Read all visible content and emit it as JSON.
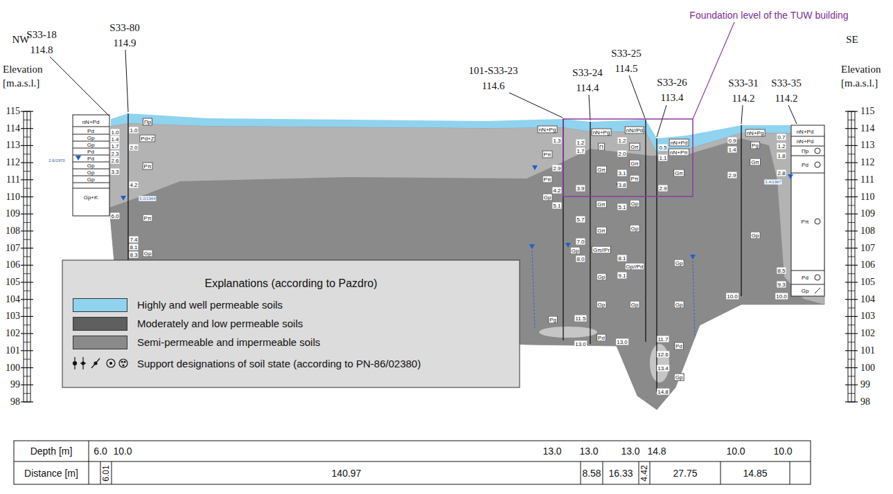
{
  "diagram": {
    "labels": [
      "Foundation level of the TUW building",
      "NW",
      "SE",
      "S33-18",
      "114.8",
      "S33-80",
      "114.9",
      "101-S33-23",
      "114.6",
      "S33-24",
      "114.4",
      "S33-25",
      "114.5",
      "S33-26",
      "113.4",
      "S33-31",
      "114.2",
      "S33-35",
      "114.2",
      "Elevation",
      "[m.a.s.l.]",
      "Elevation",
      "[m.a.s.l.]",
      "nN+Pd",
      "Pd",
      "Gp",
      "Gp",
      "Pd",
      "Pd",
      "Gp",
      "Gp",
      "Gp",
      "Gp+K",
      "1.0",
      "1.4",
      "1.7",
      "2.3",
      "2.6",
      "3.3",
      "6.0",
      "2.6/1970",
      "Πp",
      "Pd+Z",
      "Pπ",
      "Pπ",
      "Gp",
      "1.0",
      "2.0",
      "4.2",
      "7.4",
      "8.1",
      "8.3",
      "5.0/1964",
      "nN+Pg",
      "Pπ",
      "Pπ",
      "Gp",
      "1.3",
      "2.9",
      "4.2",
      "5.1",
      "nN+Pg",
      "Π",
      "Gπ",
      "Gπ",
      "Gπ",
      "Gπ//Pr",
      "Gp",
      "Gp",
      "Gp",
      "Pg",
      "Pd",
      "1.2",
      "1.7",
      "3.9",
      "5.7",
      "7.0",
      "8.0",
      "11.5",
      "13.0",
      "nN//Pd",
      "Gπ",
      "Gπ",
      "Pπ",
      "Gp",
      "Gp",
      "Gp//Pd",
      "Gp",
      "1.2",
      "2.0",
      "3.1",
      "3.8",
      "5.1",
      "8.1",
      "9.1",
      "13.0",
      "nN+Pd",
      "nN+Pπ",
      "Gπ",
      "Gp",
      "Gp",
      "Pd",
      "Gp",
      "0.5",
      "1.1",
      "2.9",
      "11.7",
      "12.6",
      "13.4",
      "14.8",
      "nN+Pg",
      "Pg",
      "Gπ",
      "Gp",
      "0.9",
      "1.4",
      "2.9",
      "10.0",
      "nN+Pd",
      "nN+Pd",
      "Πp",
      "Pd",
      "Pπ",
      "Pd",
      "Gp",
      "0.7",
      "1.2",
      "1.8",
      "2.8",
      "8.5",
      "9.3",
      "10.0",
      "3.4/1967",
      "Explanations (according to Pazdro)",
      "Depth [m]",
      "6.0",
      "10.0",
      "13.0",
      "13.0",
      "13.0",
      "14.8",
      "10.0",
      "10.0",
      "Distance [m]",
      "6.01",
      "140.97",
      "8.58",
      "16.33",
      "4.42",
      "27.75",
      "14.85",
      "115",
      "114",
      "113",
      "112",
      "111",
      "110",
      "109",
      "108",
      "107",
      "106",
      "105",
      "104",
      "103",
      "102",
      "101",
      "100",
      "99",
      "98",
      "115",
      "114",
      "113",
      "112",
      "111",
      "110",
      "109",
      "108",
      "107",
      "106",
      "105",
      "104",
      "103",
      "102",
      "101",
      "100",
      "99",
      "98"
    ],
    "legend": [
      {
        "text": "Highly and well permeable soils",
        "color": "#8fd3ef"
      },
      {
        "text": "Moderately and low permeable soils",
        "color": "#5f5f5f"
      },
      {
        "text": "Semi-permeable and impermeable soils",
        "color": "#8a8a8a"
      },
      {
        "text": "Support designations of soil state (according to PN-86/02380)"
      }
    ]
  }
}
